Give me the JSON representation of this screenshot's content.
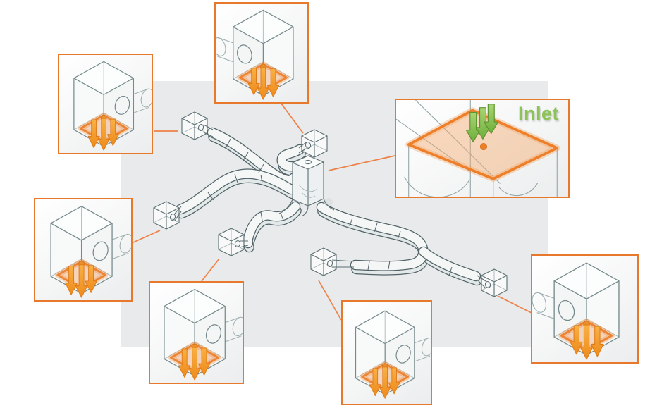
{
  "diagram": {
    "inlet": {
      "label": "Inlet",
      "label_color": "#8cc355",
      "arrow_count": 3,
      "arrow_direction": "down",
      "arrow_color": "#7cba45",
      "port_dot_color": "#ef7d22",
      "highlighted_face": "top"
    },
    "outlets": [
      {
        "id": "top-center",
        "arrow_count": 3,
        "arrow_direction": "down",
        "arrow_color": "#f09a28",
        "highlighted_face": "bottom"
      },
      {
        "id": "upper-left",
        "arrow_count": 3,
        "arrow_direction": "down",
        "arrow_color": "#f09a28",
        "highlighted_face": "bottom"
      },
      {
        "id": "middle-left",
        "arrow_count": 3,
        "arrow_direction": "down",
        "arrow_color": "#f09a28",
        "highlighted_face": "bottom"
      },
      {
        "id": "bottom-left",
        "arrow_count": 3,
        "arrow_direction": "down",
        "arrow_color": "#f09a28",
        "highlighted_face": "bottom"
      },
      {
        "id": "bottom-center",
        "arrow_count": 3,
        "arrow_direction": "down",
        "arrow_color": "#f09a28",
        "highlighted_face": "bottom"
      },
      {
        "id": "right",
        "arrow_count": 3,
        "arrow_direction": "down",
        "arrow_color": "#f09a28",
        "highlighted_face": "bottom"
      }
    ],
    "colors": {
      "callout_border": "#e8782b",
      "leader_line": "#ee8148",
      "background_panel": "#e8eaeb",
      "wireframe": "#526468",
      "highlight_face_fill": "#f3a869"
    }
  }
}
